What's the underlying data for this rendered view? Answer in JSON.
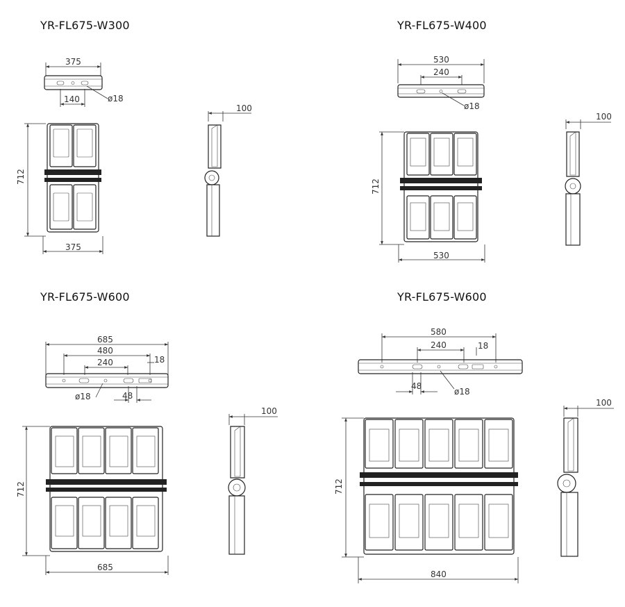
{
  "models": [
    {
      "title": "YR-FL675-W300",
      "front": {
        "width": "375",
        "hole_spacing": "140",
        "hole_dia": "ø18"
      },
      "main": {
        "height": "712",
        "width": "375",
        "modules": 2
      },
      "side": {
        "depth": "100"
      }
    },
    {
      "title": "YR-FL675-W400",
      "front": {
        "width": "530",
        "hole_spacing": "240",
        "hole_dia": "ø18"
      },
      "main": {
        "height": "712",
        "width": "530",
        "modules": 3
      },
      "side": {
        "depth": "100"
      }
    },
    {
      "title": "YR-FL675-W600",
      "front": {
        "width": "685",
        "outer_spacing": "480",
        "hole_spacing": "240",
        "slot_width": "18",
        "slot_length": "48",
        "hole_dia": "ø18"
      },
      "main": {
        "height": "712",
        "width": "685",
        "modules": 4
      },
      "side": {
        "depth": "100"
      }
    },
    {
      "title": "YR-FL675-W600",
      "front": {
        "outer_spacing": "580",
        "hole_spacing": "240",
        "slot_width": "18",
        "slot_length": "48",
        "hole_dia": "ø18"
      },
      "main": {
        "height": "712",
        "width": "840",
        "modules": 5
      },
      "side": {
        "depth": "100"
      }
    }
  ]
}
